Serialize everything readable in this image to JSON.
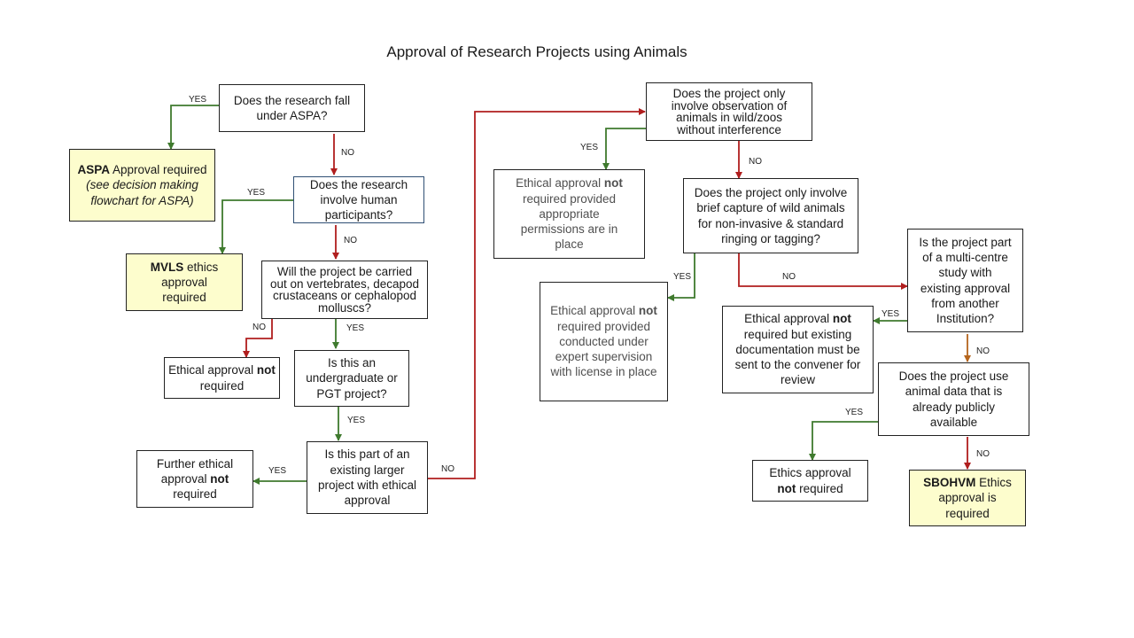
{
  "title": "Approval of Research Projects using Animals",
  "nodes": {
    "aspa_question": "Does the research fall under ASPA?",
    "aspa_required": {
      "bold": "ASPA",
      "rest": " Approval required",
      "note": "(see decision making flowchart for ASPA)"
    },
    "human_participants": "Does the research involve human participants?",
    "mvls_required": {
      "bold": "MVLS",
      "rest": " ethics approval required"
    },
    "vertebrates": "Will the project be carried out on vertebrates, decapod crustaceans or cephalopod molluscs?",
    "not_required_1": {
      "before": "Ethical approval ",
      "bold": "not",
      "after": " required"
    },
    "ug_pgt": "Is this an undergraduate or PGT project?",
    "larger_project": "Is this part of an existing larger project with ethical approval",
    "further_not_required": {
      "before": "Further ethical approval ",
      "bold": "not",
      "after": " required"
    },
    "observation": "Does the project only involve observation of animals in wild/zoos without interference",
    "permissions": {
      "before": "Ethical approval ",
      "bold": "not",
      "after": " required provided appropriate permissions are in place"
    },
    "brief_capture": "Does the project only involve brief capture of wild animals for non-invasive & standard ringing or tagging?",
    "expert_supervision": {
      "before": "Ethical approval ",
      "bold": "not",
      "after": " required provided conducted under expert supervision with license in place"
    },
    "multi_centre": "Is the project part of a multi-centre study with existing approval from another Institution?",
    "documentation": {
      "before": "Ethical approval ",
      "bold": "not",
      "after": " required but existing documentation must be sent to the convener for review"
    },
    "public_data": "Does the project use animal data that is already publicly available",
    "ethics_not_required": {
      "before": "Ethics approval ",
      "bold": "not",
      "after": " required"
    },
    "sbohvm_required": {
      "bold": "SBOHVM",
      "rest": " Ethics approval is required"
    }
  },
  "labels": {
    "yes": "YES",
    "no": "NO"
  },
  "colors": {
    "yes_arrow": "#3f7a2e",
    "no_arrow": "#b01e1e",
    "no_arrow_alt": "#b5651d",
    "yellow_fill": "#fdfdcd"
  }
}
